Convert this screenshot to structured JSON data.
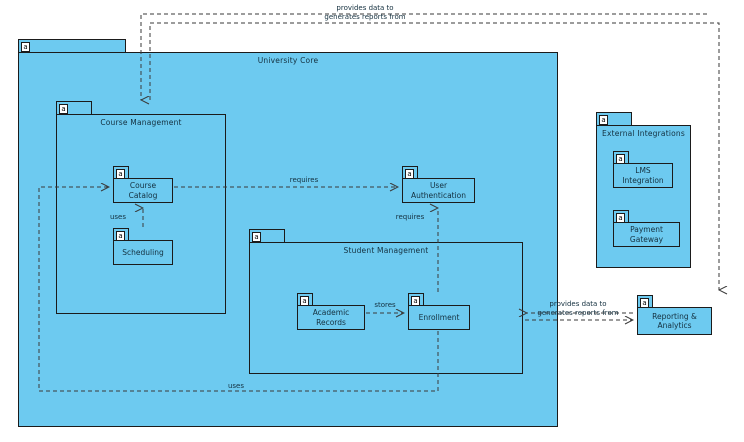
{
  "diagram": {
    "type": "uml-component-diagram",
    "stereotype_glyph": "a",
    "colors": {
      "component_fill": "#6DCAF0",
      "border": "#1b1b1b",
      "text": "#14303f",
      "background": "#ffffff"
    }
  },
  "packages": [
    {
      "id": "university-core",
      "name": "University Core"
    },
    {
      "id": "course-management",
      "name": "Course Management"
    },
    {
      "id": "student-management",
      "name": "Student Management"
    },
    {
      "id": "external-integrations",
      "name": "External Integrations"
    }
  ],
  "components": [
    {
      "id": "course-catalog",
      "name": "Course Catalog",
      "parent": "course-management"
    },
    {
      "id": "scheduling",
      "name": "Scheduling",
      "parent": "course-management"
    },
    {
      "id": "user-authentication",
      "name": "User Authentication",
      "parent": "university-core"
    },
    {
      "id": "academic-records",
      "name": "Academic Records",
      "parent": "student-management"
    },
    {
      "id": "enrollment",
      "name": "Enrollment",
      "parent": "student-management"
    },
    {
      "id": "lms-integration",
      "name": "LMS Integration",
      "parent": "external-integrations"
    },
    {
      "id": "payment-gateway",
      "name": "Payment Gateway",
      "parent": "external-integrations"
    },
    {
      "id": "reporting-analytics",
      "name": "Reporting & Analytics",
      "parent": null
    }
  ],
  "relationships": [
    {
      "id": "rel-catalog-auth",
      "label": "requires",
      "from": "course-catalog",
      "to": "user-authentication"
    },
    {
      "id": "rel-scheduling-uses",
      "label": "uses",
      "from": "scheduling",
      "to": "course-catalog"
    },
    {
      "id": "rel-enrollment-auth",
      "label": "requires",
      "from": "enrollment",
      "to": "user-authentication"
    },
    {
      "id": "rel-records-stores",
      "label": "stores",
      "from": "academic-records",
      "to": "enrollment"
    },
    {
      "id": "rel-enrollment-uses",
      "label": "uses",
      "from": "enrollment",
      "to": "course-catalog"
    },
    {
      "id": "rel-provides-right",
      "label": "provides data to",
      "from": "student-management",
      "to": "reporting-analytics"
    },
    {
      "id": "rel-generates-right",
      "label": "generates reports from",
      "from": "reporting-analytics",
      "to": "student-management"
    },
    {
      "id": "rel-provides-top",
      "label": "provides data to",
      "from": "university-core",
      "to": "reporting-analytics"
    },
    {
      "id": "rel-generates-top",
      "label": "generates reports from",
      "from": "reporting-analytics",
      "to": "university-core"
    }
  ],
  "edge_labels": {
    "top_provides": "provides data to",
    "top_generates": "generates reports from",
    "requires_catalog": "requires",
    "requires_enrollment": "requires",
    "uses_scheduling": "uses",
    "uses_enrollment": "uses",
    "stores": "stores",
    "right_provides": "provides data to",
    "right_generates": "generates reports from"
  }
}
